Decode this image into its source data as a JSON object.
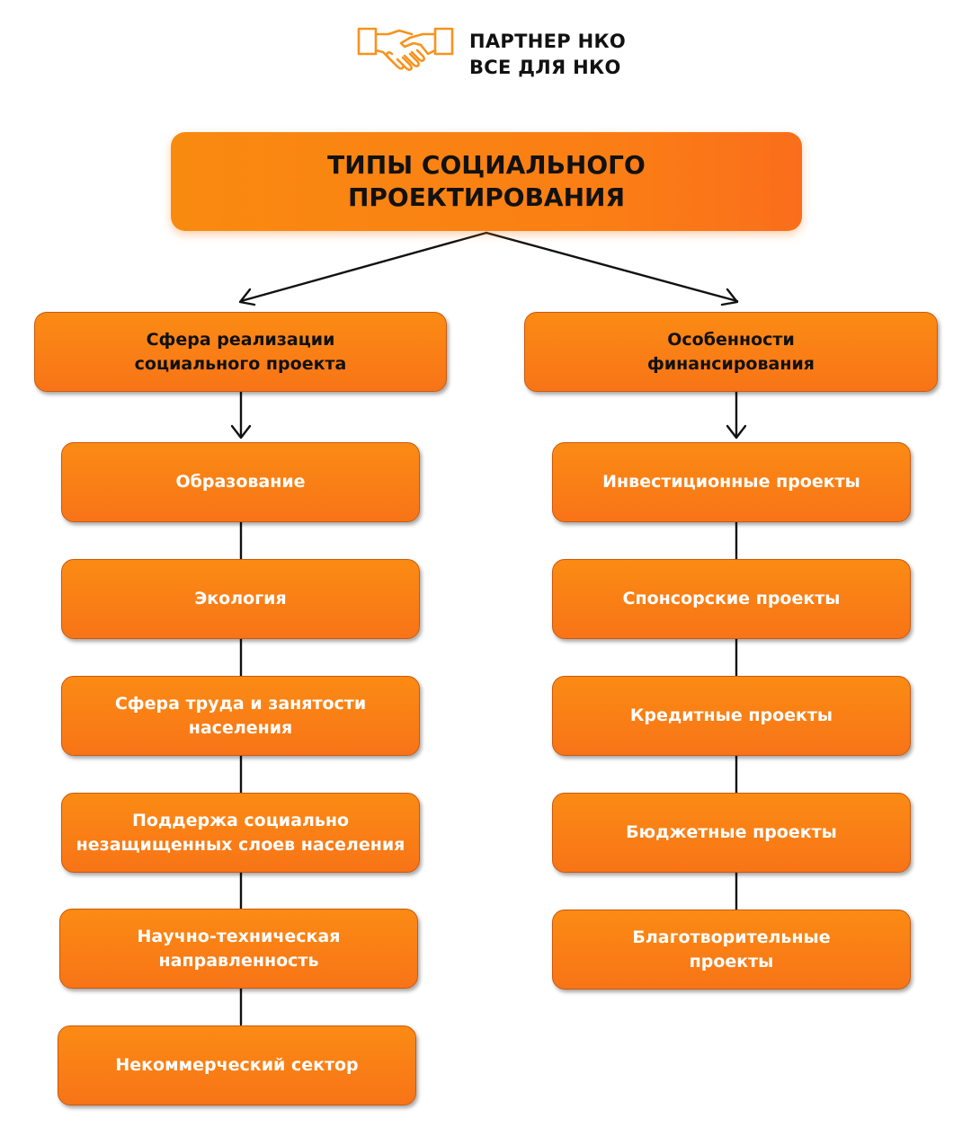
{
  "brand": {
    "line1": "ПАРТНЕР НКО",
    "line2": "ВСЕ ДЛЯ НКО",
    "logo_icon": "handshake-icon",
    "logo_color": "#f7931e"
  },
  "diagram": {
    "title": "ТИПЫ СОЦИАЛЬНОГО\nПРОЕКТИРОВАНИЯ",
    "left": {
      "label": "Сфера реализации\nсоциального проекта",
      "items": [
        "Образование",
        "Экология",
        "Сфера труда и занятости\nнаселения",
        "Поддержа социально\nнезащищенных слоев населения",
        "Научно-техническая\nнаправленность",
        "Некоммерческий сектор"
      ]
    },
    "right": {
      "label": "Особенности\nфинансирования",
      "items": [
        "Инвестиционные проекты",
        "Спонсорские проекты",
        "Кредитные проекты",
        "Бюджетные проекты",
        "Благотворительные\nпроекты"
      ]
    }
  },
  "colors": {
    "box_orange": "#fb8b14",
    "box_orange_dark": "#f87417",
    "connector": "#111111"
  }
}
